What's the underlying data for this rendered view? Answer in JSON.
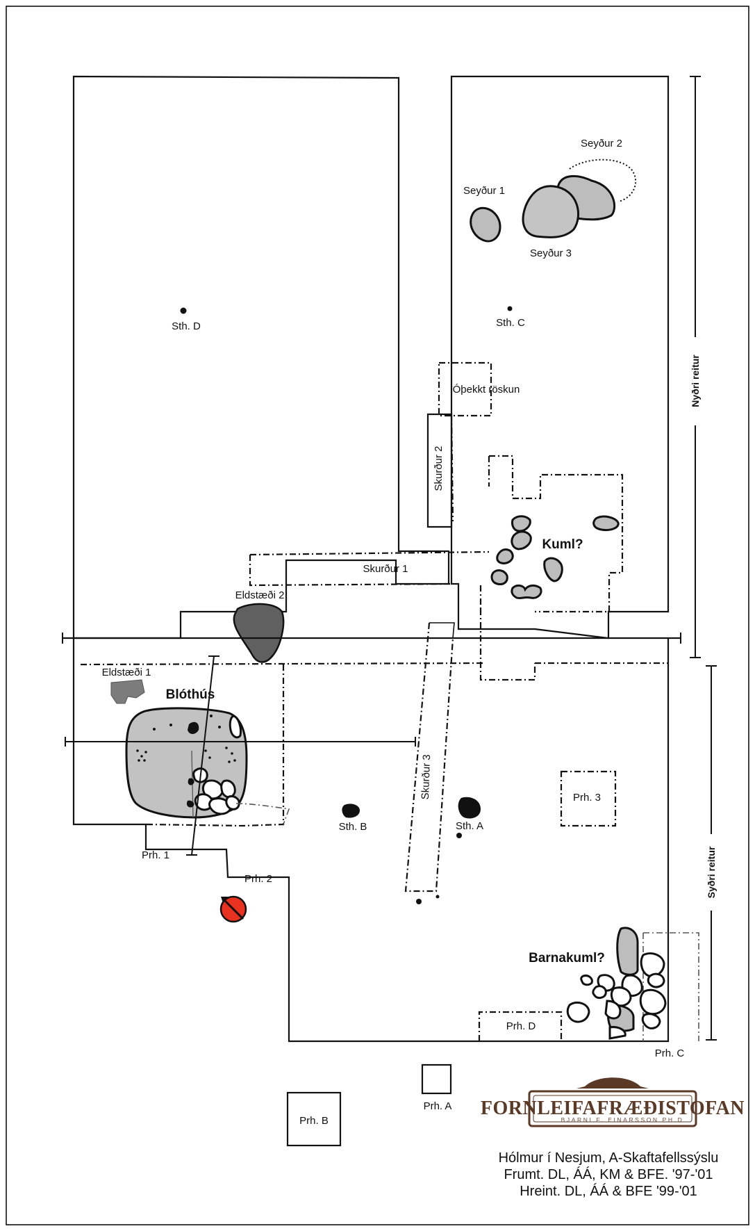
{
  "sites": {
    "sth_d": "Sth. D",
    "sth_c": "Sth. C",
    "sth_b": "Sth. B",
    "sth_a": "Sth. A"
  },
  "features": {
    "seydur_1": "Seyður 1",
    "seydur_2": "Seyður 2",
    "seydur_3": "Seyður 3",
    "opekkt": "Óþekkt röskun",
    "skurdur_1": "Skurður 1",
    "skurdur_2": "Skurður 2",
    "skurdur_3": "Skurður 3",
    "eldstaedi_1": "Eldstæði 1",
    "eldstaedi_2": "Eldstæði 2",
    "kuml": "Kuml?",
    "blothus": "Blóthús",
    "barnakuml": "Barnakuml?"
  },
  "test_pits": {
    "prh_1": "Prh. 1",
    "prh_2": "Prh. 2",
    "prh_3": "Prh. 3",
    "prh_a": "Prh. A",
    "prh_b": "Prh. B",
    "prh_c": "Prh. C",
    "prh_d": "Prh. D"
  },
  "zones": {
    "north": "Nyðri reitur",
    "south": "Syðri reitur"
  },
  "logo": {
    "name": "FORNLEIFAFRÆÐISTOFAN",
    "subtitle": "BJARNI F. EINARSSON PH.D"
  },
  "caption": {
    "line1": "Hólmur í Nesjum, A-Skaftafellssýslu",
    "line2": "Frumt. DL, ÁÁ, KM & BFE. '97-'01",
    "line3": "Hreint. DL, ÁÁ & BFE '99-'01"
  },
  "colors": {
    "outline": "#111111",
    "pit_fill": "#bdbdbd",
    "dark_fill": "#606060",
    "marker_red": "#e8321f",
    "logo_brown": "#5a3a26"
  },
  "icons": {
    "marker": "red-circle-slash-marker"
  }
}
